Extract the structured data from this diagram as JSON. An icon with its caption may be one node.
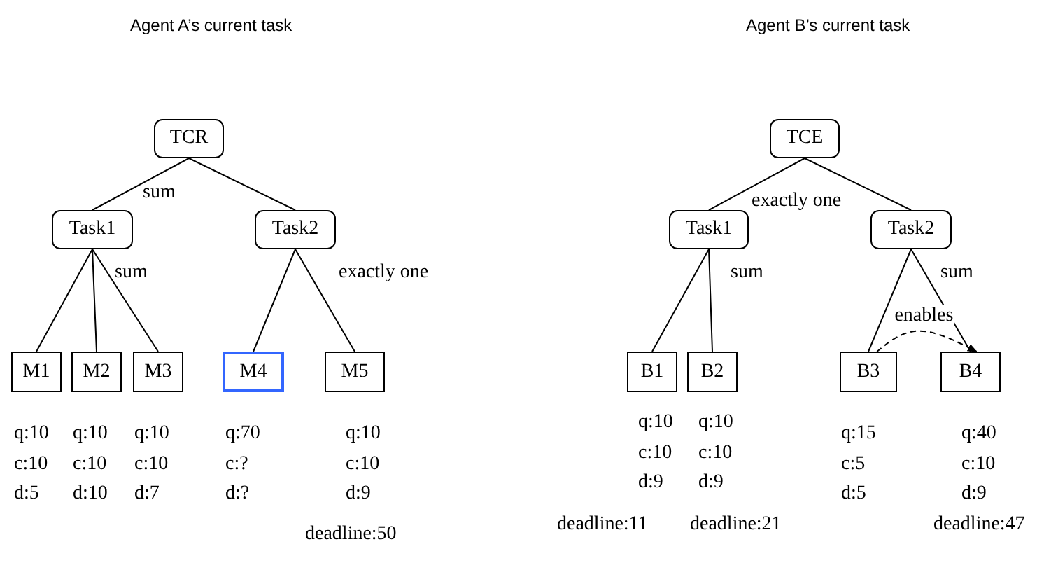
{
  "diagram": {
    "nodes": [
      {
        "text": [
          "TCR"
        ]
      },
      {
        "text": [
          "Task1"
        ]
      },
      {
        "text": [
          "Task2"
        ]
      },
      {
        "text": [
          "M1"
        ],
        "beside": [
          "q:10",
          "c:10",
          "d:5"
        ]
      },
      {
        "text": [
          "M2"
        ],
        "beside": [
          "q:10",
          "c:10",
          "d:10"
        ]
      },
      {
        "text": [
          "M3"
        ],
        "beside": [
          "q:10",
          "c:10",
          "d:7"
        ]
      },
      {
        "text": [
          "M4"
        ],
        "beside": [
          "q:70",
          "c:?",
          "d:?"
        ]
      },
      {
        "text": [
          "M5"
        ],
        "beside": [
          "q:10",
          "c:10",
          "d:9",
          "deadline:50"
        ]
      },
      {
        "text": [
          "TCE"
        ]
      },
      {
        "text": [
          "Task1"
        ]
      },
      {
        "text": [
          "Task2"
        ]
      },
      {
        "text": [
          "B1"
        ],
        "beside": [
          "q:10",
          "c:10",
          "d:9",
          "deadline:11"
        ]
      },
      {
        "text": [
          "B2"
        ],
        "beside": [
          "q:10",
          "c:10",
          "d:9",
          "deadline:21"
        ]
      },
      {
        "text": [
          "B3"
        ],
        "beside": [
          "q:15",
          "c:5",
          "d:5"
        ]
      },
      {
        "text": [
          "B4"
        ],
        "beside": [
          "q:40",
          "c:10",
          "d:9",
          "deadline:47"
        ]
      }
    ],
    "edges": [
      {
        "from": 0,
        "to": 1,
        "arrow": "none"
      },
      {
        "from": 0,
        "to": 2,
        "arrow": "none"
      },
      {
        "from": 1,
        "to": 3,
        "arrow": "none"
      },
      {
        "from": 1,
        "to": 4,
        "arrow": "none"
      },
      {
        "from": 1,
        "to": 5,
        "arrow": "none"
      },
      {
        "from": 2,
        "to": 6,
        "arrow": "none"
      },
      {
        "from": 2,
        "to": 7,
        "arrow": "none"
      },
      {
        "from": 8,
        "to": 9,
        "arrow": "none"
      },
      {
        "from": 8,
        "to": 10,
        "arrow": "none"
      },
      {
        "from": 9,
        "to": 11,
        "arrow": "none"
      },
      {
        "from": 9,
        "to": 12,
        "arrow": "none"
      },
      {
        "from": 10,
        "to": 13,
        "arrow": "none"
      },
      {
        "from": 10,
        "to": 14,
        "arrow": "none"
      },
      {
        "from": 13,
        "to": 14,
        "arrow": "to",
        "label": "enables",
        "style": "dashed"
      }
    ],
    "labels": [
      "Agent A’s current task",
      "Agent B’s current task",
      "sum",
      "exactly one",
      "sum",
      "exactly one",
      "sum",
      "sum"
    ]
  }
}
